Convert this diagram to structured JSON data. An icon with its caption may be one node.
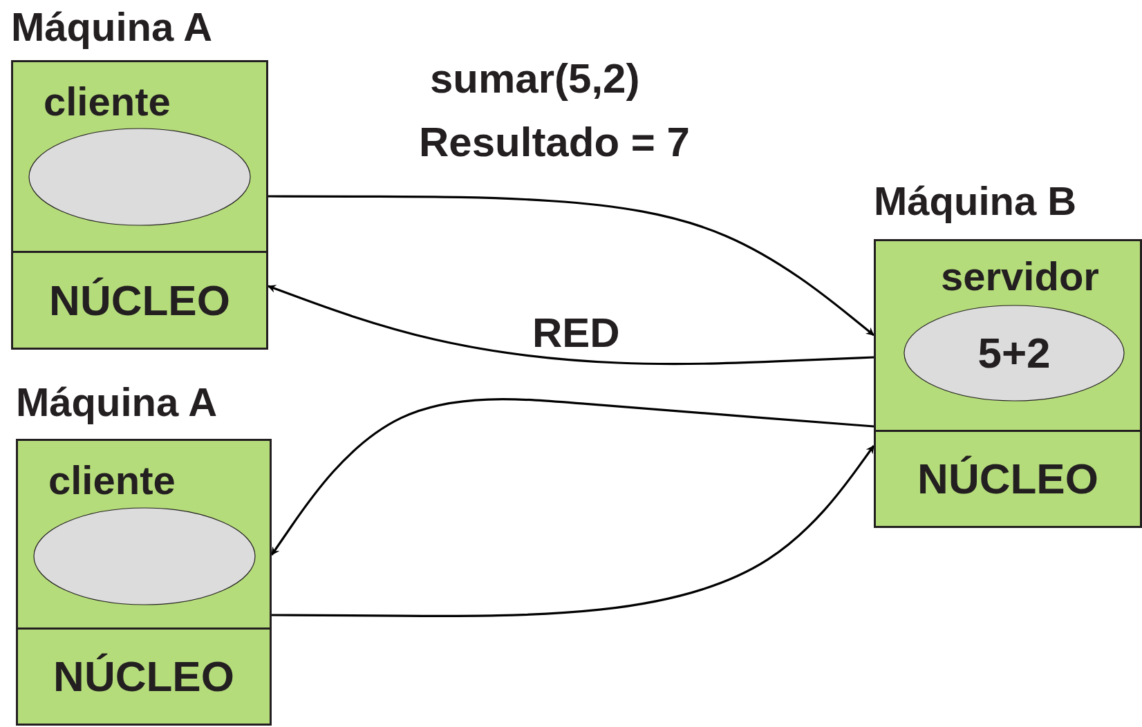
{
  "diagram": {
    "nodes": [
      {
        "text": [
          "Máquina A"
        ]
      },
      {
        "text": [
          "cliente"
        ],
        "in": 0
      },
      {
        "text": [],
        "shape": "ellipse",
        "in": 1
      },
      {
        "text": [
          "NÚCLEO"
        ],
        "in": 0
      },
      {
        "text": [
          "Máquina B"
        ]
      },
      {
        "text": [
          "servidor"
        ],
        "in": 4
      },
      {
        "text": [
          "5+2"
        ],
        "in": 5
      },
      {
        "text": [
          "NÚCLEO"
        ],
        "in": 4
      },
      {
        "text": [
          "Máquina A"
        ]
      },
      {
        "text": [
          "cliente"
        ],
        "in": 8
      },
      {
        "text": [],
        "shape": "ellipse",
        "in": 9
      },
      {
        "text": [
          "NÚCLEO"
        ],
        "in": 8
      }
    ],
    "edges": [
      {
        "from": 1,
        "to": 5,
        "arrow": "to"
      },
      {
        "from": 5,
        "to": 3,
        "arrow": "to"
      },
      {
        "from": 5,
        "to": 9,
        "arrow": "to"
      },
      {
        "from": 9,
        "to": 7,
        "arrow": "to"
      }
    ],
    "labels": [
      "sumar(5,2)",
      "Resultado = 7",
      "RED"
    ]
  }
}
